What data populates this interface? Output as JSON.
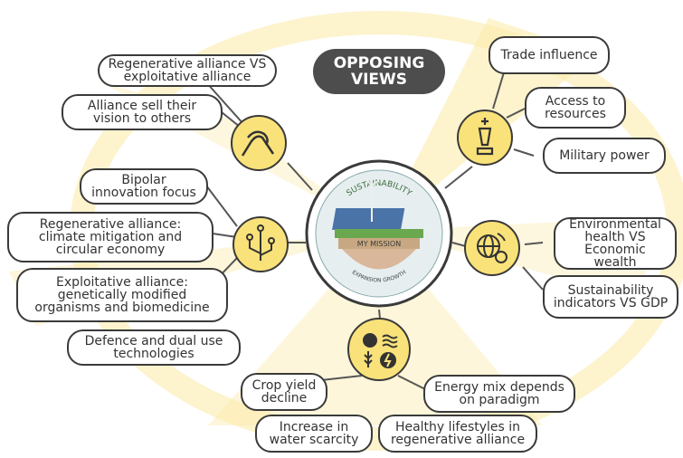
{
  "title": {
    "line1": "OPPOSING",
    "line2": "VIEWS"
  },
  "center": {
    "arc_top": "SUSTAINABILITY",
    "ribbon": "MY MISSION",
    "arc_bottom": "EXPANSION GROWTH"
  },
  "topics": {
    "alliance": [
      "Regenerative alliance VS exploitative alliance",
      "Alliance sell their vision to others"
    ],
    "power": [
      "Trade influence",
      "Access to resources",
      "Military power"
    ],
    "innovation": [
      "Bipolar innovation focus",
      "Regenerative alliance: climate mitigation and circular economy",
      "Exploitative alliance: genetically modified organisms and biomedicine",
      "Defence and dual use technologies"
    ],
    "economy": [
      "Environmental health VS Economic wealth",
      "Sustainability indicators VS GDP"
    ],
    "resources": [
      "Crop yield decline",
      "Energy mix depends on paradigm",
      "Increase in water scarcity",
      "Healthy lifestyles in regenerative alliance"
    ]
  },
  "icons": {
    "alliance": "handshake-icon",
    "power": "chess-king-icon",
    "innovation": "circuit-icon",
    "economy": "globe-coin-icon",
    "resources": "food-water-energy-icon"
  },
  "colors": {
    "accent": "#f9e27a",
    "glow": "#fdf1c3",
    "dark": "#3a3a3a",
    "title_bg": "#4d4d4d"
  }
}
